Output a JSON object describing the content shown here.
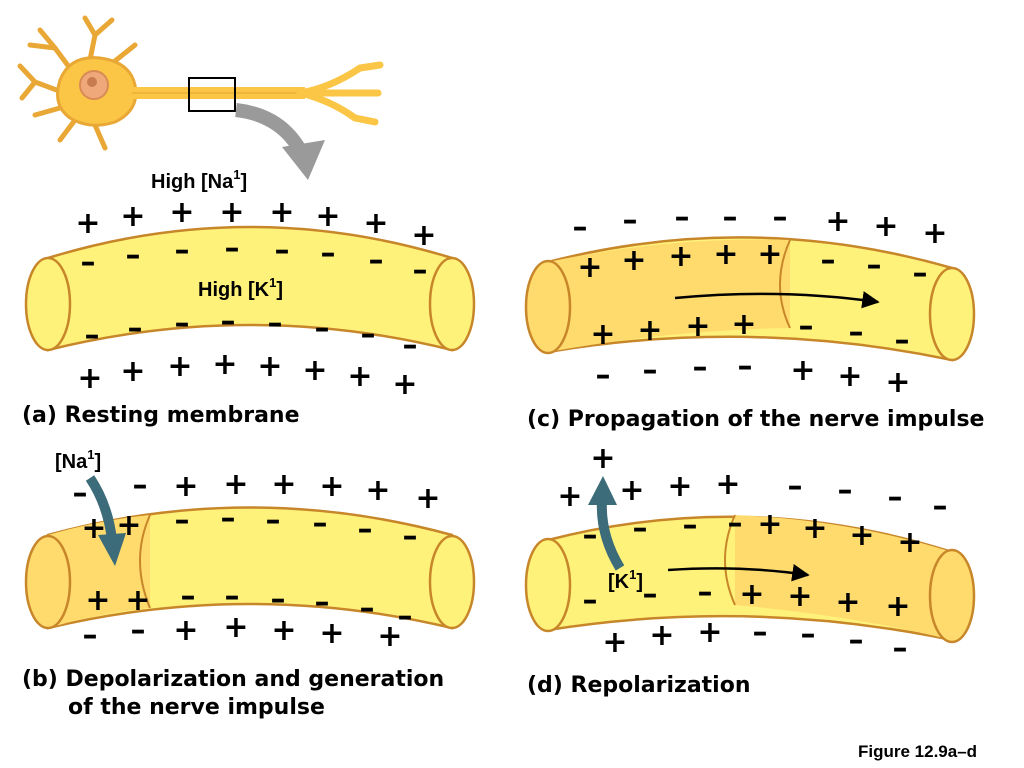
{
  "labels": {
    "high_na": "High [Na",
    "high_k": "High [K",
    "na": "[Na",
    "k": "[K",
    "superscript": "1",
    "close_bracket": "]"
  },
  "captions": {
    "a": "(a) Resting membrane",
    "b_line1": "(b) Depolarization and generation",
    "b_line2": "of the nerve impulse",
    "c": "(c) Propagation of the nerve impulse",
    "d": "(d) Repolarization"
  },
  "figure_label": "Figure 12.9a–d",
  "symbols": {
    "plus": "+",
    "minus": "–"
  },
  "colors": {
    "membrane_yellow": "#FFF27A",
    "depolarized_orange": "#FFDB6E",
    "membrane_outline": "#C7862A",
    "ion_arrow": "#3C6B79",
    "neuron_body": "#FBC646",
    "gray_arrow": "#9A9A9A"
  },
  "icons": [
    "neuron-icon",
    "gray-curved-arrow-icon",
    "ion-arrow-icon",
    "impulse-arrow-icon"
  ]
}
